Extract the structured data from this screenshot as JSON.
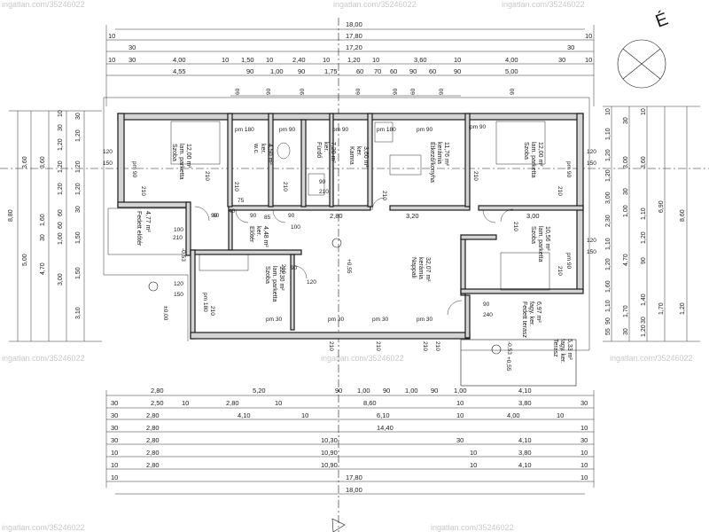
{
  "watermarks": [
    "ingatlan.com/35246022",
    "ingatlan.com/35246022",
    "ingatlan.com/35246022",
    "ingatlan.com/35246022",
    "ingatlan.com/35246022",
    "ingatlan.com/35246022",
    "ingatlan.com/35246022",
    "ingatlan.com/35246022"
  ],
  "north_label": "É",
  "rooms": [
    {
      "name": "Szoba",
      "floor": "lam. parketta",
      "area": "12,00 m²"
    },
    {
      "name": "w.c.",
      "floor": "ker.",
      "area": "4,50 m²"
    },
    {
      "name": "Fürdő",
      "floor": "ker.",
      "area": "7,20 m²"
    },
    {
      "name": "Kamra",
      "floor": "ker.",
      "area": "3,60 m²"
    },
    {
      "name": "Étkező/konyha",
      "floor": "kerámia",
      "area": "11,76 m²"
    },
    {
      "name": "Szoba",
      "floor": "lam. parketta",
      "area": "12,00 m²"
    },
    {
      "name": "Fedett előtér",
      "floor": "",
      "area": "4,77 m²"
    },
    {
      "name": "Előtér",
      "floor": "ker.",
      "area": "4,48 m²"
    },
    {
      "name": "Szoba",
      "floor": "lam. parketta",
      "area": "12,30 m²"
    },
    {
      "name": "Nappali",
      "floor": "kerámia",
      "area": "32,07 m²"
    },
    {
      "name": "Szoba",
      "floor": "lam. parketta",
      "area": "10,56 m²"
    },
    {
      "name": "Fedett terasz",
      "floor": "fagy. ker.",
      "area": "6,97 m²"
    },
    {
      "name": "Terasz",
      "floor": "fagy. ker.",
      "area": "5,33 m²"
    }
  ],
  "levels": [
    "+0,55",
    "-0,53",
    "±0,00",
    "+0,55",
    "-0,53"
  ],
  "top_dims": {
    "row1": [
      "18,00"
    ],
    "row2": [
      "10",
      "17,80",
      "10"
    ],
    "row3": [
      "30",
      "17,20",
      "30"
    ],
    "row4": [
      "10",
      "30",
      "4,00",
      "10",
      "1,50",
      "10",
      "2,40",
      "10",
      "1,20",
      "10",
      "3,60",
      "10",
      "4,00",
      "30",
      "10"
    ],
    "row5": [
      "4,55",
      "90",
      "1,00",
      "90",
      "1,75",
      "60",
      "70",
      "60",
      "90",
      "60",
      "90",
      "5,00"
    ],
    "row6": [
      "60",
      "90",
      "90",
      "60",
      "90",
      "60",
      "90",
      "90"
    ]
  },
  "bottom_dims": {
    "row1": [
      "2,80",
      "5,20",
      "90",
      "1,00",
      "90",
      "1,00",
      "90",
      "1,00",
      "4,10"
    ],
    "row2": [
      "30",
      "2,50",
      "10",
      "2,80",
      "10",
      "8,60",
      "10",
      "3,80",
      "30"
    ],
    "row3": [
      "30",
      "2,80",
      "4,10",
      "10",
      "6,10",
      "10",
      "4,00",
      "10"
    ],
    "row4": [
      "30",
      "2,80",
      "14,40",
      "10"
    ],
    "row5": [
      "30",
      "2,80",
      "10,30",
      "30",
      "4,10",
      "30"
    ],
    "row6": [
      "10",
      "2,80",
      "10,90",
      "10",
      "3,80",
      "10"
    ],
    "row7": [
      "10",
      "2,80",
      "10,90",
      "10",
      "4,10",
      "10"
    ],
    "row8": [
      "10",
      "17,80",
      "10"
    ],
    "row9": [
      "18,00"
    ]
  },
  "left_dims": {
    "col1": [
      "8,80"
    ],
    "col2": [
      "3,60",
      "5,00"
    ],
    "col3": [
      "3,60",
      "1,60",
      "30",
      "4,70"
    ],
    "col4": [
      "10",
      "30",
      "1,20",
      "1,20",
      "1,20",
      "60",
      "60",
      "1,00",
      "3,00"
    ],
    "col5": [
      "30",
      "1,20",
      "1,20",
      "1,20",
      "30",
      "1,50",
      "1,50",
      "3,10"
    ]
  },
  "right_dims": {
    "col1": [
      "10",
      "1,10",
      "1,20",
      "1,20",
      "3,00",
      "2,30",
      "1,10",
      "1,20",
      "1,60",
      "1,10",
      "90",
      "55"
    ],
    "col2": [
      "30",
      "3,00",
      "30",
      "1,00",
      "4,70",
      "1,70",
      "30"
    ],
    "col3": [
      "10",
      "3,60",
      "1,10",
      "1,20",
      "90",
      "1,40",
      "30",
      "1,20"
    ],
    "col4": [
      "6,90",
      "1,70"
    ],
    "col5": [
      "8,60",
      "1,20"
    ]
  },
  "openings": [
    "pm 180",
    "pm 90",
    "pm 90",
    "pm 180",
    "pm 90",
    "pm 90",
    "pm 90",
    "pm 90",
    "pm 180",
    "pm 90",
    "pm 30",
    "pm 30",
    "pm 30",
    "pm 30"
  ],
  "opening_heights": [
    "210",
    "210",
    "210",
    "210",
    "210",
    "210",
    "210",
    "210",
    "210",
    "210",
    "210",
    "210",
    "210",
    "210",
    "210",
    "210",
    "210",
    "240"
  ],
  "wall_labels": [
    "60",
    "75",
    "90",
    "90",
    "90",
    "40",
    "85",
    "2,80",
    "3,20",
    "3,00",
    "100",
    "100",
    "120",
    "150",
    "120",
    "150",
    "120",
    "150",
    "120",
    "150",
    "90",
    "90",
    "90",
    "120"
  ]
}
